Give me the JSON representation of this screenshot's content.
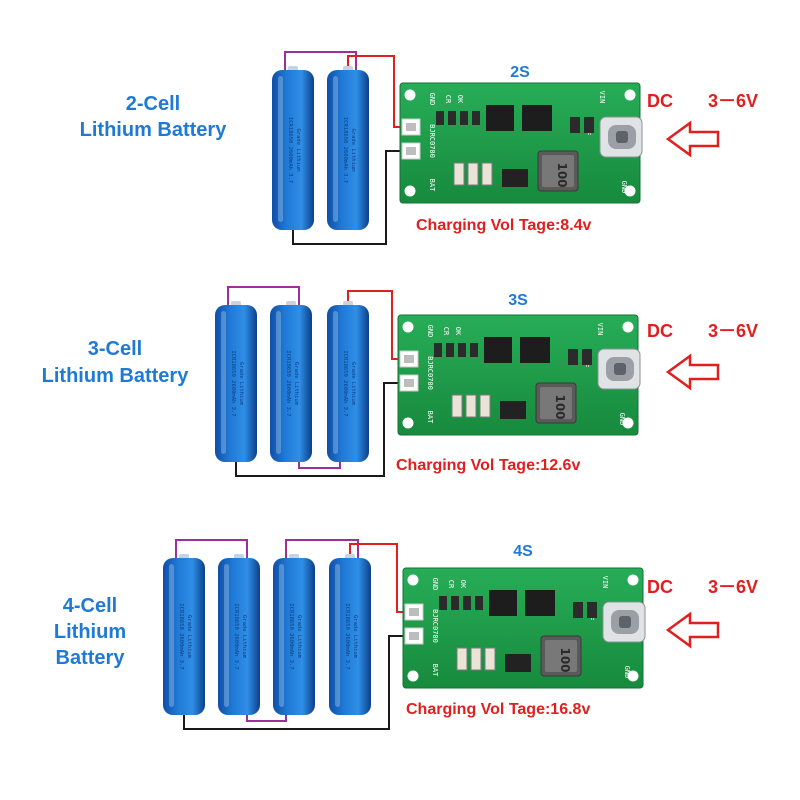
{
  "colors": {
    "cell_blue": "#1f7ad6",
    "pcb_green": "#1f9b4a",
    "wire_purple": "#9b2f9b",
    "wire_red": "#e0201f",
    "wire_black": "#1a1a1a",
    "label_blue": "#1f7ad6",
    "label_red": "#e0201f"
  },
  "icons": [
    "arrow-right-icon"
  ],
  "cell_print": {
    "line1": "Grade Lithium",
    "line2": "ICR18650 2600mAh 3.7"
  },
  "pcb_print": {
    "gnd": "GND",
    "ok": "OK",
    "cr": "CR",
    "vin": "VIN",
    "bat": "BAT",
    "chip": "BJRC0700",
    "inductor": "100",
    "ez": "EZF"
  },
  "modules": [
    {
      "id": "2s",
      "title": "2S",
      "battery_label_lines": [
        "2-Cell",
        "Lithium Battery"
      ],
      "cell_count": 2,
      "dc_label": "DC",
      "voltage_range": "3－6V",
      "charging_text": "Charging Vol Tage:8.4v"
    },
    {
      "id": "3s",
      "title": "3S",
      "battery_label_lines": [
        "3-Cell",
        "Lithium Battery"
      ],
      "cell_count": 3,
      "dc_label": "DC",
      "voltage_range": "3－6V",
      "charging_text": "Charging Vol Tage:12.6v"
    },
    {
      "id": "4s",
      "title": "4S",
      "battery_label_lines": [
        "4-Cell",
        "Lithium",
        "Battery"
      ],
      "cell_count": 4,
      "dc_label": "DC",
      "voltage_range": "3－6V",
      "charging_text": "Charging Vol Tage:16.8v"
    }
  ]
}
